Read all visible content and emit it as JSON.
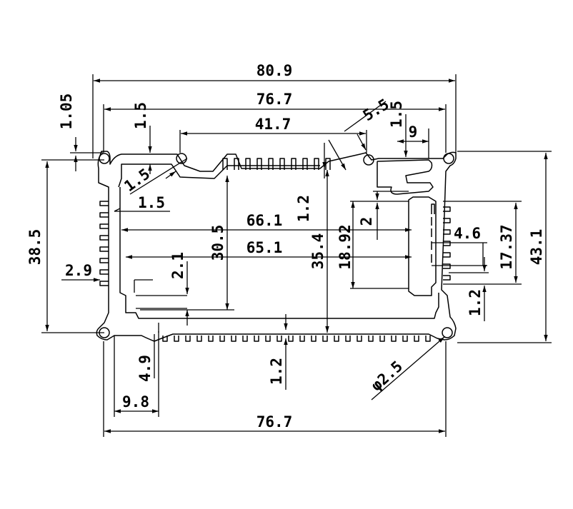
{
  "drawing": {
    "dimensions": {
      "overall_width": "80.9",
      "top_inner_width": "76.7",
      "top_recess_width": "41.7",
      "top_angle_right": "5.5",
      "top_wall_left": "1.05",
      "top_wall_thickness": "1.5",
      "top_right_wall": "1.5",
      "top_right_gap": "9",
      "chamfer_left": "1.5",
      "left_wall": "1.5",
      "inner_width_a": "66.1",
      "inner_width_b": "65.1",
      "slot_height_left": "2.1",
      "inner_height_left": "30.5",
      "fin_thickness_top": "1.2",
      "inner_height_right": "35.4",
      "rail_height": "18.92",
      "rail_step": "2",
      "fin_pitch": "4.6",
      "fin_zone_height": "17.37",
      "right_fin_thickness": "1.2",
      "overall_height": "43.1",
      "inner_height": "38.5",
      "left_slot": "2.9",
      "bottom_fin_depth": "4.9",
      "bottom_fin_thickness": "1.2",
      "bottom_offset": "9.8",
      "bottom_inner_width": "76.7",
      "hole_diameter": "φ2.5"
    }
  }
}
